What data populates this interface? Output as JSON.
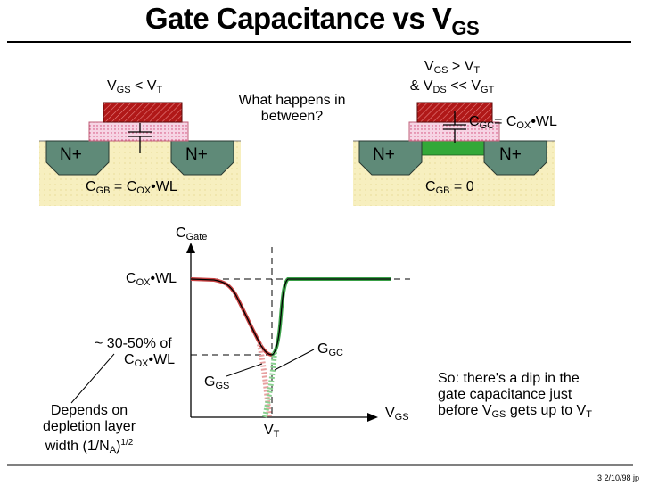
{
  "title": {
    "main": "Gate Capacitance vs V",
    "sub": "GS"
  },
  "left_device": {
    "cond_v": "V",
    "cond_sub1": "GS",
    "cond_op": " < V",
    "cond_sub2": "T",
    "nplus": "N+",
    "cap_c": "C",
    "cap_sub1": "GB",
    "cap_eq": " = C",
    "cap_sub2": "OX",
    "cap_tail": "•WL"
  },
  "question": {
    "line1": "What happens in",
    "line2": "between?"
  },
  "right_device": {
    "c1_v": "V",
    "c1_sub1": "GS",
    "c1_op": " > V",
    "c1_sub2": "T",
    "c2_pre": "& V",
    "c2_sub1": "DS",
    "c2_op": " << V",
    "c2_sub2": "GT",
    "cgc_c": "C",
    "cgc_sub1": "GC",
    "cgc_eq": "= C",
    "cgc_sub2": "OX",
    "cgc_tail": "•WL",
    "nplus": "N+",
    "cgb_c": "C",
    "cgb_sub": "GB",
    "cgb_eq": " = 0"
  },
  "graph": {
    "y_c": "C",
    "y_sub": "Gate",
    "cox_c": "C",
    "cox_sub": "OX",
    "cox_tail": "•WL",
    "pct_line1": "~ 30-50% of",
    "pct_c": "C",
    "pct_sub": "OX",
    "pct_tail": "•WL",
    "ggc_g": "G",
    "ggc_sub": "GC",
    "ggs_g": "G",
    "ggs_sub": "GS",
    "x_v": "V",
    "x_sub": "GS",
    "vt_v": "V",
    "vt_sub": "T"
  },
  "depends": {
    "line1": "Depends on",
    "line2": "depletion layer",
    "line3": "width (1/N",
    "sub": "A",
    "close": ")",
    "sup": "1/2"
  },
  "note": {
    "line1": "So:  there's a dip in the",
    "line2": "gate capacitance just",
    "line3_pre": "before V",
    "line3_sub1": "GS",
    "line3_mid": " gets up to V",
    "line3_sub2": "T"
  },
  "footer": "3  2/10/98  jp",
  "colors": {
    "substrate": "#f7efbf",
    "nplus": "#5f8a78",
    "gate": "#b01818",
    "oxide": "#f4c0d8",
    "channel": "#33a838",
    "gs_curve": "#c84040",
    "gc_curve": "#3aa048"
  }
}
